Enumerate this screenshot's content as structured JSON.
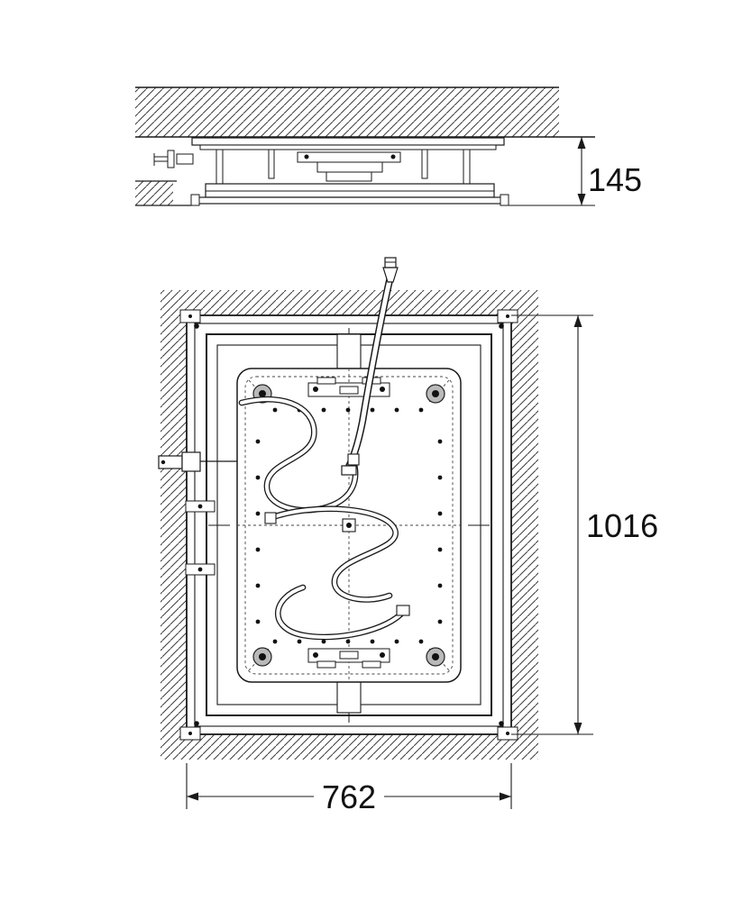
{
  "dimensions": {
    "side_depth": "145",
    "plan_height": "1016",
    "plan_width": "762"
  }
}
